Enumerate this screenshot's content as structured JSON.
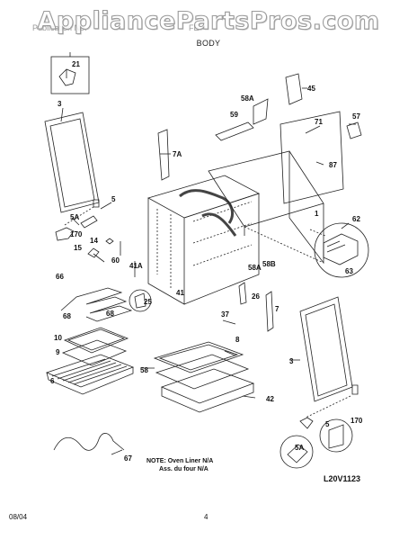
{
  "watermark": "AppliancePartsPros.com",
  "header": {
    "publication_fragment": "Publication No.",
    "model_fragment": "FE",
    "section_title": "BODY"
  },
  "parts": {
    "p21": "21",
    "p3a": "3",
    "p5a": "5",
    "p5A_a": "5A",
    "p170a": "170",
    "p14": "14",
    "p15": "15",
    "p60": "60",
    "p41A": "41A",
    "p66": "66",
    "p68a": "68",
    "p68b": "68",
    "p10": "10",
    "p9": "9",
    "p6": "6",
    "p67": "67",
    "p58": "58",
    "p8": "8",
    "p42": "42",
    "p7A": "7A",
    "p59": "59",
    "p58A": "58A",
    "p45": "45",
    "p71": "71",
    "p57": "57",
    "p87": "87",
    "p1": "1",
    "p62": "62",
    "p63": "63",
    "p58B": "58B",
    "p58A_b": "58A",
    "p41": "41",
    "p25": "25",
    "p26": "26",
    "p7": "7",
    "p37": "37",
    "p3b": "3",
    "p5b": "5",
    "p5A_b": "5A",
    "p170b": "170"
  },
  "note": {
    "line1": "NOTE: Oven Liner N/A",
    "line2": "Ass. du four N/A"
  },
  "diagram_code": "L20V1123",
  "footer": {
    "date": "08/04",
    "page": "4"
  }
}
